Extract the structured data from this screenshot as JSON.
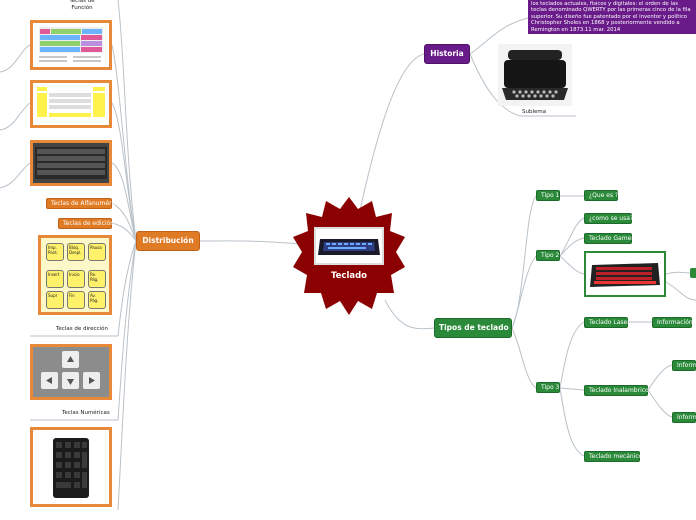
{
  "central": {
    "title": "Teclado"
  },
  "historia": {
    "label": "Historia",
    "note": "los teclados actuales, físicos y digitales: el orden de las teclas denominado QWERTY por las primeras cinco de la fila superior. Su diseño fue patentado por el inventor y político Christopher Sholes en 1868 y posteriormente vendido a Remington en 1873.11 mar. 2014",
    "image_caption": "Sublema"
  },
  "distribucion": {
    "label": "Distribución",
    "items": {
      "funcion": "Teclas de Función",
      "alfanumericas": "Teclas de Alfanuméricas",
      "edicion": "Teclas de edición",
      "direccion": "Teclas de dirección",
      "numericas": "Teclas Numéricas"
    },
    "edit_keys": [
      "Imp. Pant.",
      "Bloq. Despl.",
      "Pausa",
      "Insert",
      "Inicio",
      "Re. Pág.",
      "Supr",
      "Fin",
      "Av. Pág."
    ]
  },
  "tipos": {
    "label": "Tipos de teclado",
    "tipo1": "Tipo 1",
    "que_es": "¿Que es ?",
    "tipo2": "Tipo 2",
    "como_usa": "¿como se usa?",
    "gamer": "Teclado Gamer",
    "tipo3": "Tipo 3",
    "laser": "Teclado Laser",
    "informacion": "Información",
    "inalambrico": "Teclado Inalambrico",
    "informa_a": "Informa",
    "informa_b": "Informa",
    "mecanico": "Teclado mecánico"
  },
  "colors": {
    "central": "#8b0000",
    "branch_green": "#2a8a3a",
    "branch_orange": "#e07b25",
    "branch_purple": "#6a1b8a"
  }
}
